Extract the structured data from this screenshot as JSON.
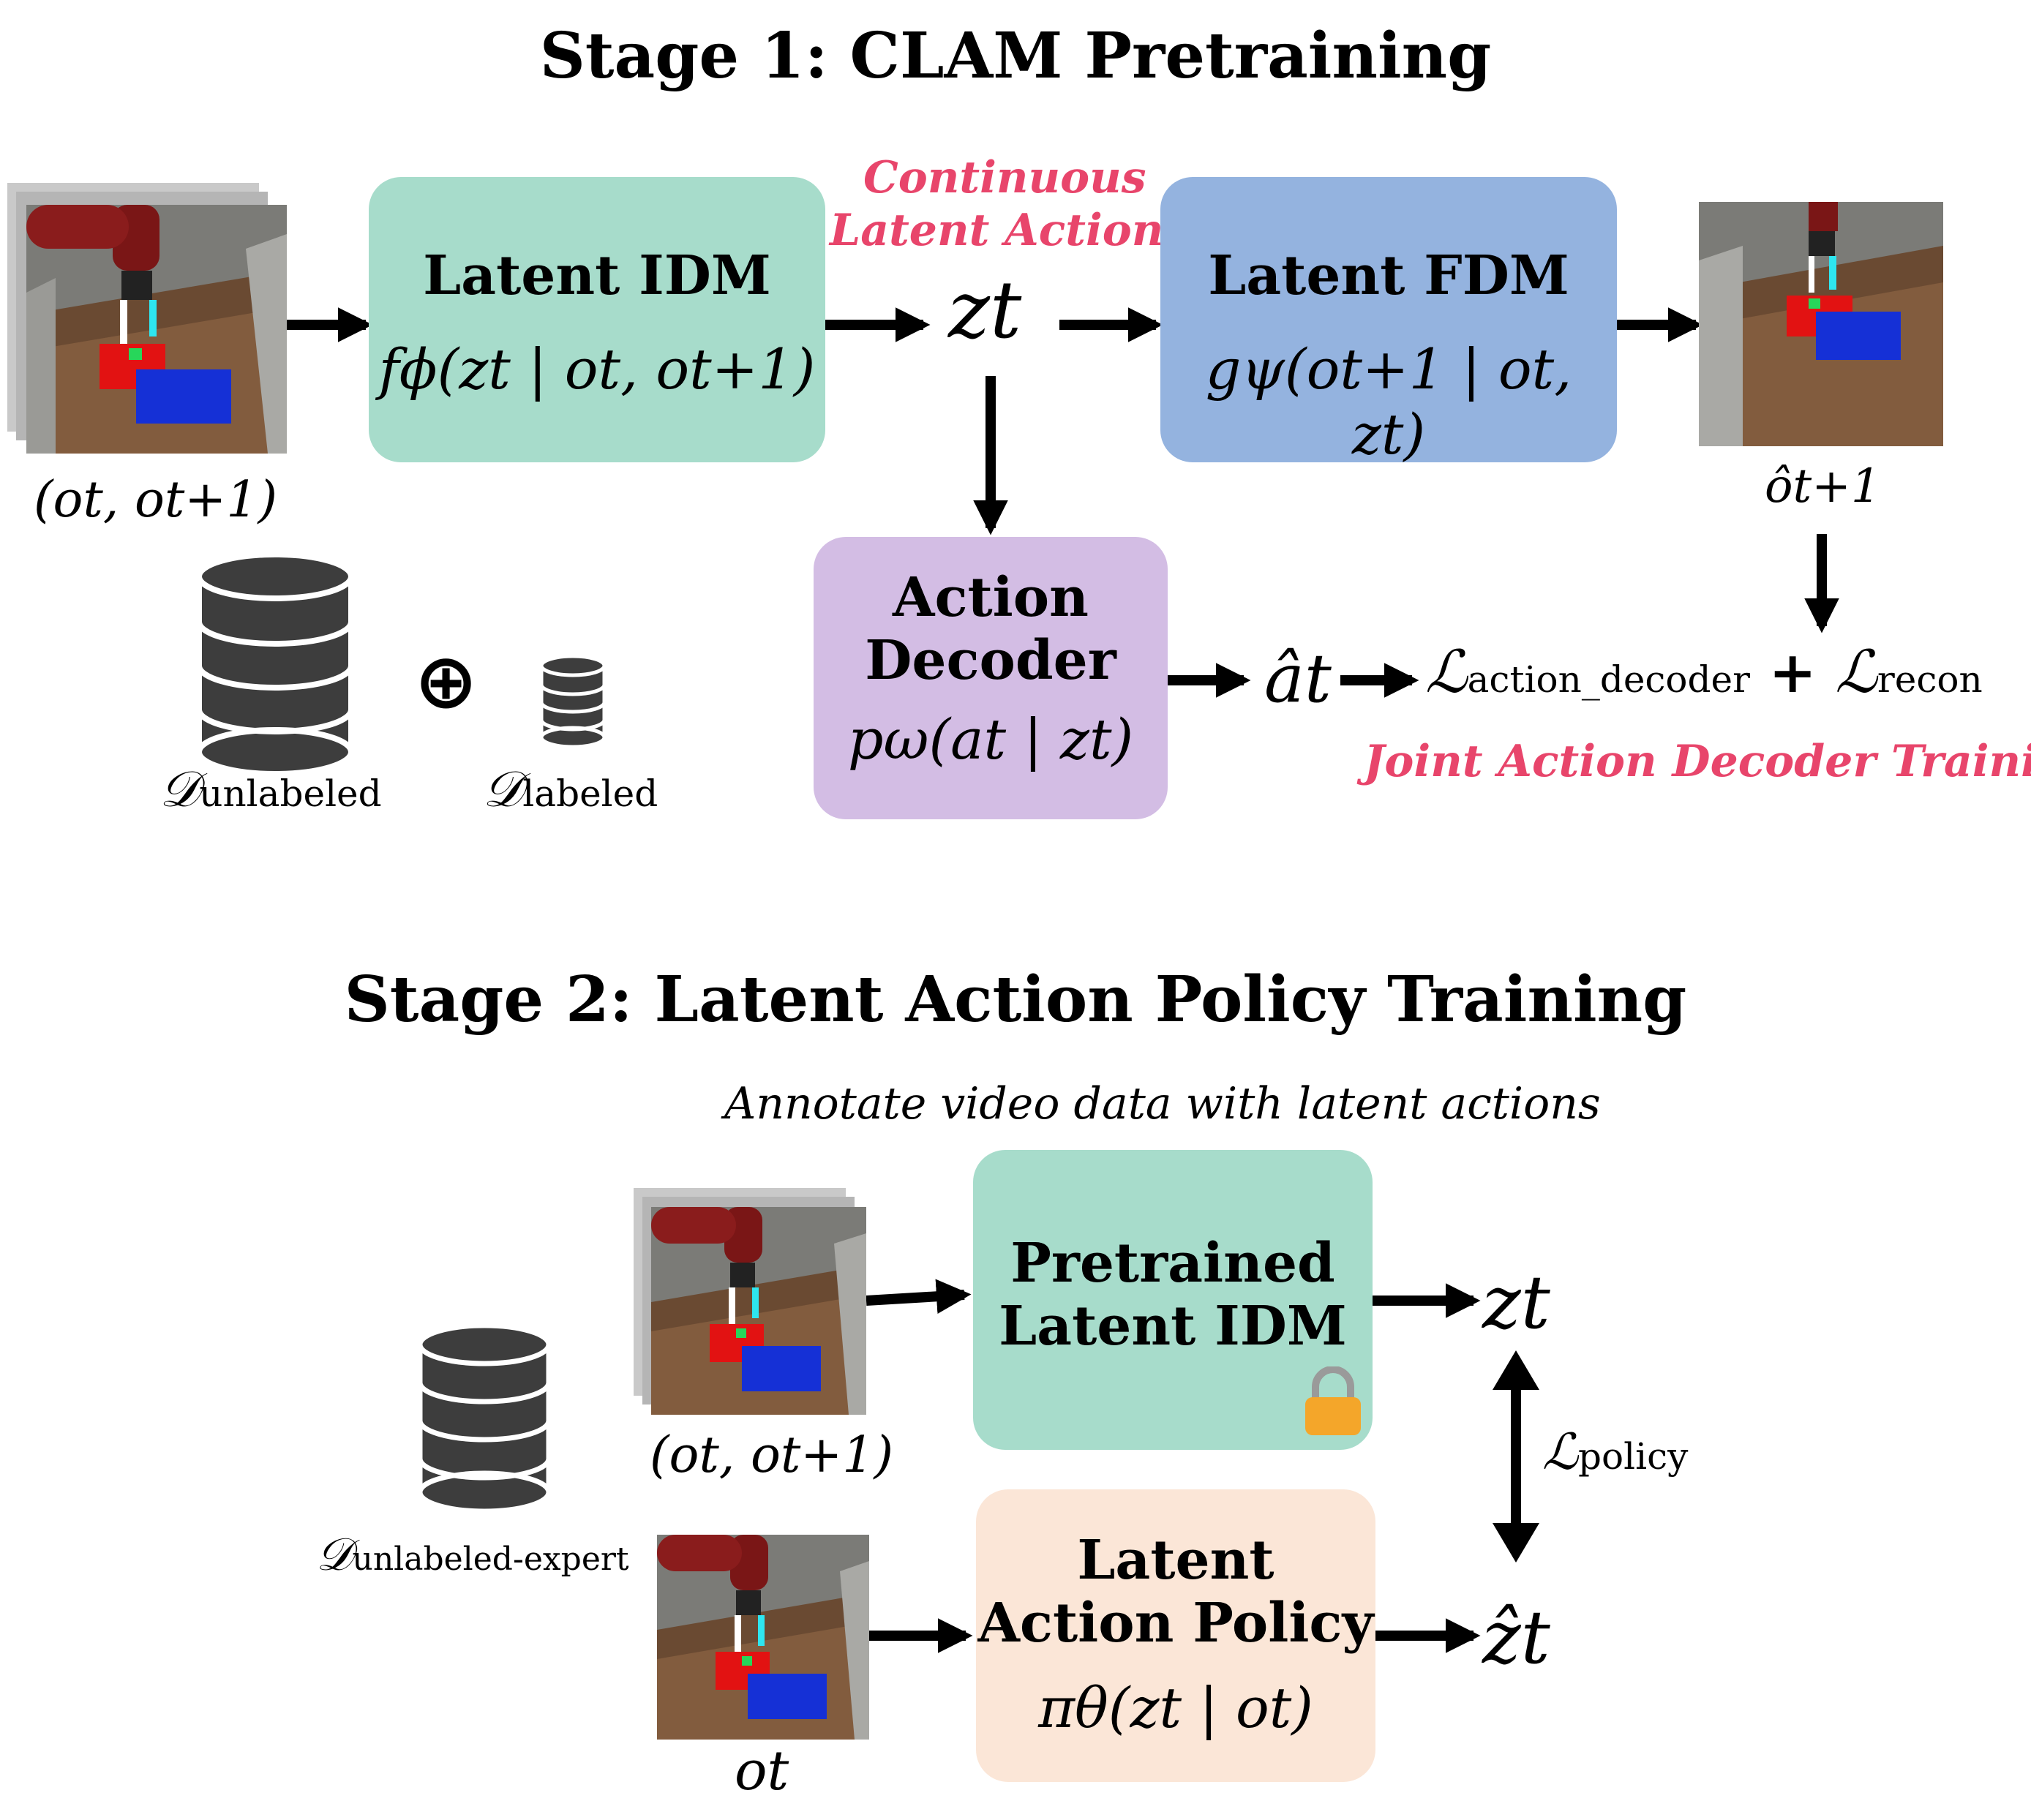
{
  "stage1": {
    "title": "Stage 1: CLAM Pretraining",
    "idm": {
      "title": "Latent IDM",
      "eq": "fϕ(zt | ot, ot+1)",
      "color": "#a7dccb"
    },
    "fdm": {
      "title": "Latent FDM",
      "eq": "gψ(ot+1 | ot, zt)",
      "color": "#94b3df"
    },
    "decoder": {
      "title_line1": "Action",
      "title_line2": "Decoder",
      "eq": "pω(at | zt)",
      "color": "#d3bde4"
    },
    "continuous_note_line1": "Continuous",
    "continuous_note_line2": "Latent Actions",
    "z_label": "zt",
    "input_label": "(ot, ot+1)",
    "output_label": "ôt+1",
    "a_hat_label": "ât",
    "loss": {
      "l1": "ℒ",
      "l1_sub": "action_decoder",
      "plus": "+",
      "l2": "ℒ",
      "l2_sub": "recon"
    },
    "joint_note": "Joint Action Decoder Training",
    "dataset_unlabeled": {
      "symbol": "𝒟",
      "sub": "unlabeled"
    },
    "oplus": "⊕",
    "dataset_labeled": {
      "symbol": "𝒟",
      "sub": "labeled"
    }
  },
  "stage2": {
    "title": "Stage 2: Latent Action Policy Training",
    "annotate_note": "Annotate video data with latent actions",
    "pretrained_idm": {
      "title_line1": "Pretrained",
      "title_line2": "Latent IDM",
      "color": "#a7dccb",
      "lock_icon": "lock-icon"
    },
    "policy": {
      "title_line1": "Latent",
      "title_line2": "Action Policy",
      "eq": "πθ(zt | ot)",
      "color": "#fbe6d7"
    },
    "z_label": "zt",
    "z_hat_label": "ẑt",
    "loss_policy": {
      "symbol": "ℒ",
      "sub": "policy"
    },
    "input_pair_label": "(ot, ot+1)",
    "input_single_label": "ot",
    "dataset": {
      "symbol": "𝒟",
      "sub": "unlabeled-expert"
    }
  },
  "colors": {
    "note_pink": "#e8456b",
    "arrow": "#000000",
    "db": "#3d3d3d"
  }
}
